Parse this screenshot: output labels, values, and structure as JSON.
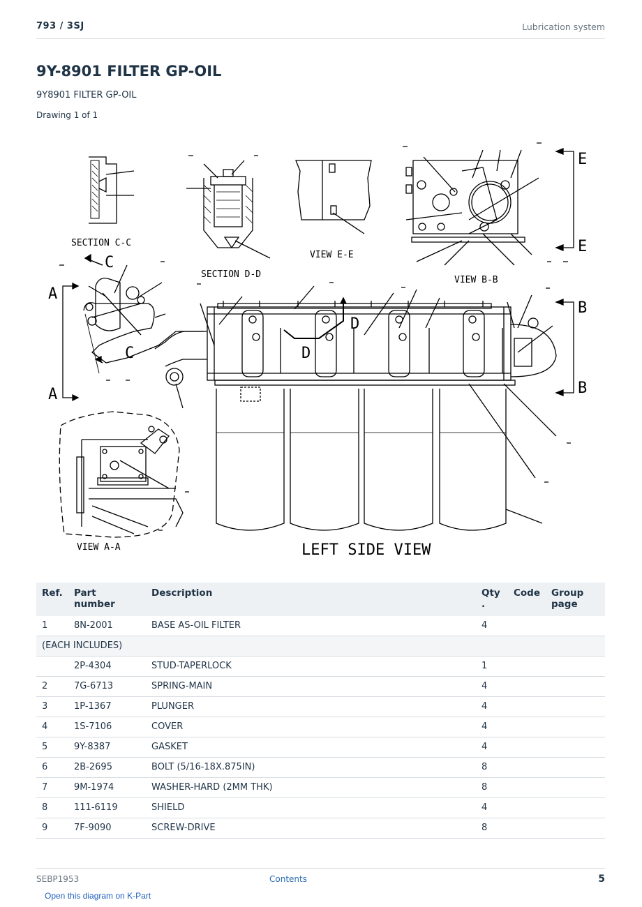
{
  "header": {
    "model": "793  /  3SJ",
    "section": "Lubrication system"
  },
  "title": "9Y-8901 FILTER GP-OIL",
  "subtitle": "9Y8901 FILTER GP-OIL",
  "drawing": "Drawing 1 of 1",
  "diagram": {
    "labels": {
      "section_cc": "SECTION C-C",
      "section_dd": "SECTION D-D",
      "view_ee": "VIEW E-E",
      "view_bb": "VIEW B-B",
      "view_aa": "VIEW A-A",
      "left_side_view": "LEFT SIDE VIEW",
      "a": "A",
      "b": "B",
      "c": "C",
      "d": "D",
      "e": "E"
    }
  },
  "table": {
    "headers": {
      "ref": "Ref.",
      "part": "Part number",
      "desc": "Description",
      "qty": "Qty\n.",
      "code": "Code",
      "group": "Group page"
    },
    "rows": [
      {
        "ref": "1",
        "part": "8N-2001",
        "desc": "BASE AS-OIL FILTER",
        "qty": "4"
      },
      {
        "note": "(EACH INCLUDES)"
      },
      {
        "ref": "",
        "part": "2P-4304",
        "desc": "STUD-TAPERLOCK",
        "qty": "1"
      },
      {
        "ref": "2",
        "part": "7G-6713",
        "desc": "SPRING-MAIN",
        "qty": "4"
      },
      {
        "ref": "3",
        "part": "1P-1367",
        "desc": "PLUNGER",
        "qty": "4"
      },
      {
        "ref": "4",
        "part": "1S-7106",
        "desc": "COVER",
        "qty": "4"
      },
      {
        "ref": "5",
        "part": "9Y-8387",
        "desc": "GASKET",
        "qty": "4"
      },
      {
        "ref": "6",
        "part": "2B-2695",
        "desc": "BOLT (5/16-18X.875IN)",
        "qty": "8"
      },
      {
        "ref": "7",
        "part": "9M-1974",
        "desc": "WASHER-HARD (2MM THK)",
        "qty": "8"
      },
      {
        "ref": "8",
        "part": "111-6119",
        "desc": "SHIELD",
        "qty": "4"
      },
      {
        "ref": "9",
        "part": "7F-9090",
        "desc": "SCREW-DRIVE",
        "qty": "8"
      }
    ]
  },
  "footer": {
    "doc_id": "SEBP1953",
    "contents": "Contents",
    "page": "5",
    "link": "Open this diagram on K-Part"
  }
}
